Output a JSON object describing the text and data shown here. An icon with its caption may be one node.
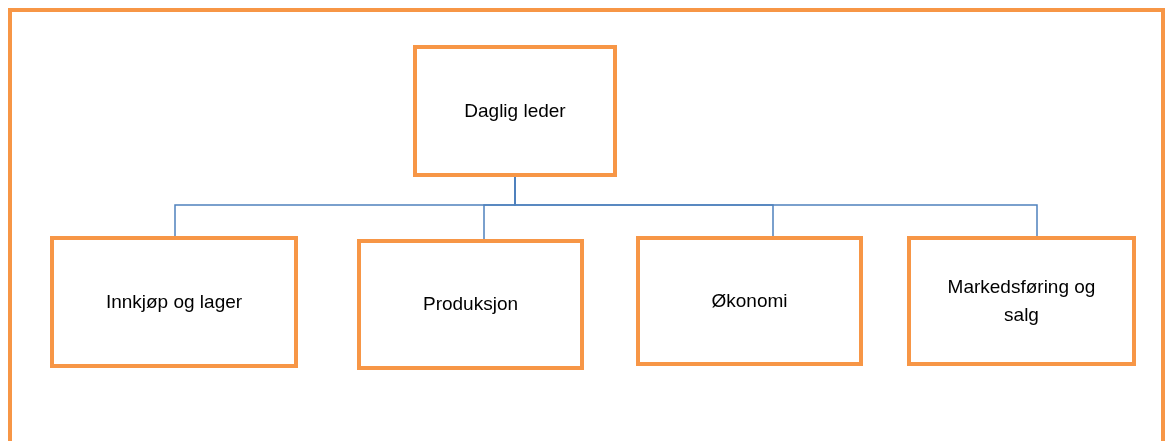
{
  "diagram": {
    "nodes": [
      {
        "text": [
          "Daglig leder"
        ]
      },
      {
        "text": [
          "Innkjøp og lager"
        ]
      },
      {
        "text": [
          "Produksjon"
        ]
      },
      {
        "text": [
          "Økonomi"
        ]
      },
      {
        "text": [
          "Markedsføring og salg"
        ]
      }
    ],
    "edges": [
      {
        "from": 0,
        "to": 1,
        "arrow": "none"
      },
      {
        "from": 0,
        "to": 2,
        "arrow": "none"
      },
      {
        "from": 0,
        "to": 3,
        "arrow": "none"
      },
      {
        "from": 0,
        "to": 4,
        "arrow": "none"
      }
    ]
  }
}
